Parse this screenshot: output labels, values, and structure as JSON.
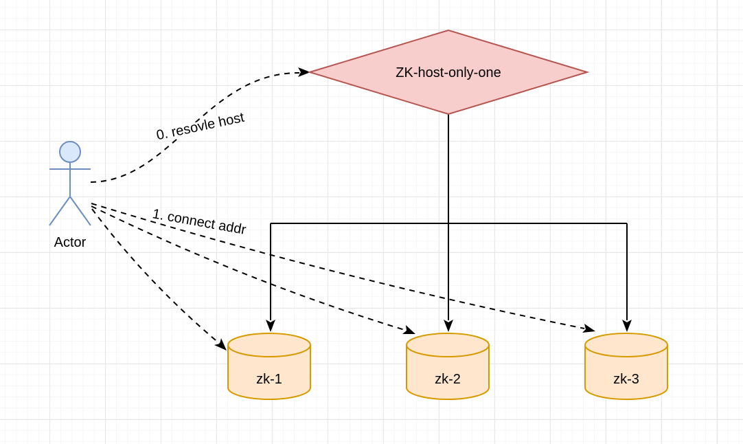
{
  "actor": {
    "label": "Actor"
  },
  "decision": {
    "label": "ZK-host-only-one"
  },
  "nodes": [
    {
      "label": "zk-1"
    },
    {
      "label": "zk-2"
    },
    {
      "label": "zk-3"
    }
  ],
  "edges": {
    "resolve": {
      "label": "0. resovle host",
      "style": "dashed-arrow"
    },
    "connect": {
      "label": "1. connect addr",
      "style": "dashed-arrow"
    },
    "decision_to_nodes": {
      "style": "solid-arrow"
    }
  },
  "colors": {
    "decision_fill": "#f8cecc",
    "decision_stroke": "#b85450",
    "node_fill": "#ffe6cc",
    "node_stroke": "#d79b00",
    "actor_fill": "#dae8fc",
    "actor_stroke": "#6c8ebf",
    "edge": "#000000",
    "grid_minor": "#f6f6f6",
    "grid_major": "#e7e7e7",
    "background": "#ffffff"
  }
}
